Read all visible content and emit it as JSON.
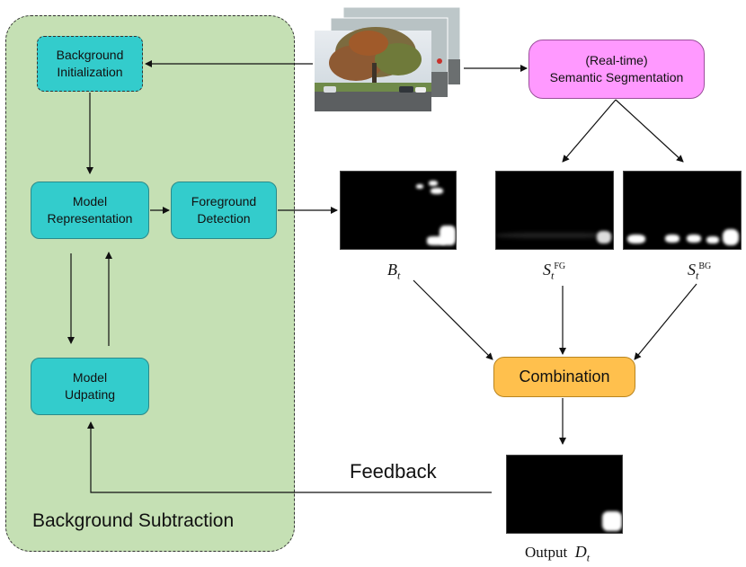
{
  "panel": {
    "title": "Background Subtraction"
  },
  "boxes": {
    "init": "Background\nInitialization",
    "representation": "Model\nRepresentation",
    "foreground": "Foreground\nDetection",
    "updating": "Model\nUdpating",
    "semantic": "(Real-time)\nSemantic Segmentation",
    "combination": "Combination"
  },
  "feedback": "Feedback",
  "labels": {
    "b": {
      "base": "B",
      "sub": "t"
    },
    "sfg": {
      "base": "S",
      "sub": "t",
      "sup": "FG"
    },
    "sbg": {
      "base": "S",
      "sub": "t",
      "sup": "BG"
    },
    "output": "Output",
    "d": {
      "base": "D",
      "sub": "t"
    }
  },
  "colors": {
    "panel": "#c5e0b4",
    "model_boxes": "#33cccc",
    "semantic": "#ff99ff",
    "combination": "#ffc04d"
  }
}
